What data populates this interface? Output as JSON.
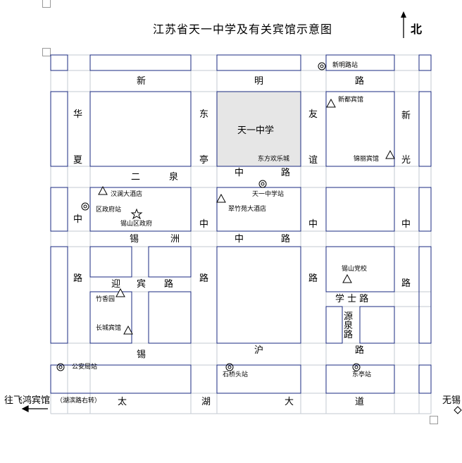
{
  "title": "江苏省天一中学及有关宾馆示意图",
  "north_label": "北",
  "colors": {
    "block_border": "#1a2a80",
    "grid_line": "#bfc6d0",
    "highlight_fill": "#e6e6e6",
    "symbol": "#000000"
  },
  "roads": {
    "xinming": [
      "新",
      "明",
      "路"
    ],
    "erquan": [
      "二",
      "泉",
      "中",
      "路"
    ],
    "xizhou": [
      "锡",
      "洲",
      "中",
      "路"
    ],
    "yingbin": [
      "迎",
      "宾",
      "路"
    ],
    "xueshi": "学 士 路",
    "xihu": [
      "锡",
      "沪",
      "路"
    ],
    "taihu": [
      "太",
      "湖",
      "大",
      "道"
    ],
    "huaxia": [
      "华",
      "夏",
      "中",
      "路"
    ],
    "dongting": [
      "东",
      "亭",
      "中",
      "路"
    ],
    "youyi": [
      "友",
      "谊",
      "中",
      "路"
    ],
    "xinguang": [
      "新",
      "光",
      "中",
      "路"
    ],
    "yuanquan": [
      "源",
      "泉",
      "路"
    ]
  },
  "places": {
    "tianyi_school": "天一中学",
    "dongfang_huanle": "东方欢乐城",
    "xinming_station": "新明路站",
    "xindu_hotel": "新都宾馆",
    "jinli_hotel": "锦丽宾馆",
    "hanlan_hotel": "汉澜大酒店",
    "district_gov_station": "区政府站",
    "xishan_gov": "锡山区政府",
    "tianyi_station": "天一中学站",
    "cuizhu_hotel": "翠竹苑大酒店",
    "xishan_party_school": "锡山党校",
    "zhuxiangyuan": "竹香园",
    "changcheng_hotel": "长城宾馆",
    "gongan_station": "公安局站",
    "shiqiaotou_station": "石桥头站",
    "dongting_station": "东亭站",
    "feihong_hotel": "往飞鸿宾馆",
    "feihong_note": "（湖滨路右转）",
    "wuxi": "无锡"
  }
}
